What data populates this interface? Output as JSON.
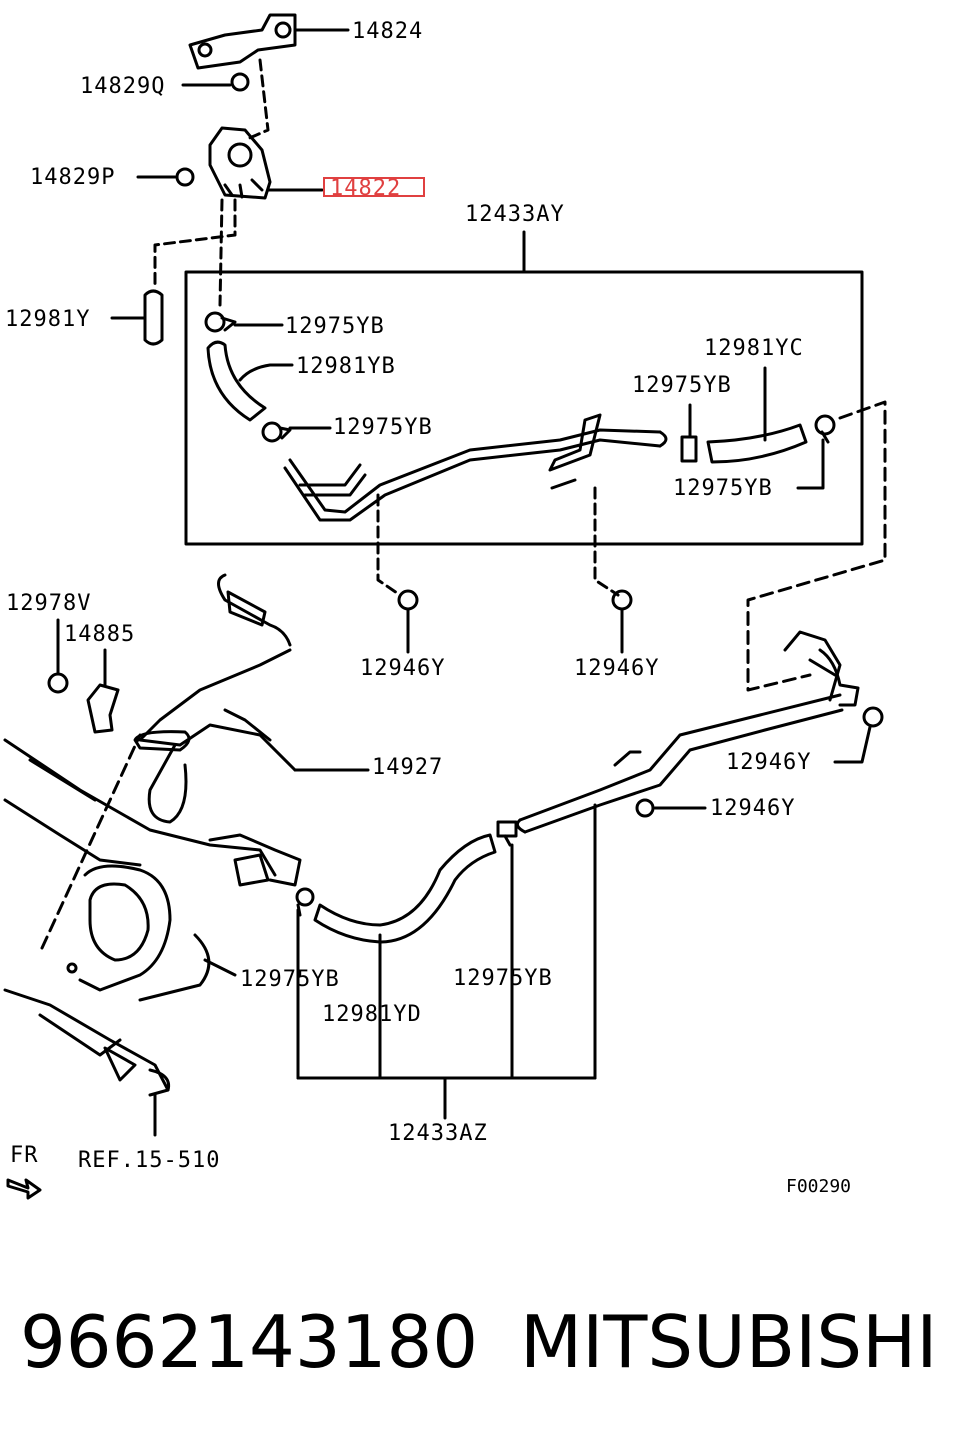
{
  "labels": {
    "l14824": "14824",
    "l14829Q": "14829Q",
    "l14829P": "14829P",
    "l14822": "14822",
    "l12433AY": "12433AY",
    "l12981Y": "12981Y",
    "l12975YB_1": "12975YB",
    "l12981YB": "12981YB",
    "l12975YB_2": "12975YB",
    "l12981YC": "12981YC",
    "l12975YB_3": "12975YB",
    "l12975YB_4": "12975YB",
    "l12946Y_1": "12946Y",
    "l12946Y_2": "12946Y",
    "l12978V": "12978V",
    "l14885": "14885",
    "l14927": "14927",
    "l12946Y_3": "12946Y",
    "l12946Y_4": "12946Y",
    "l12975YB_5": "12975YB",
    "l12975YB_6": "12975YB",
    "l12981YD": "12981YD",
    "l12433AZ": "12433AZ",
    "fr": "FR",
    "ref": "REF.15-510",
    "figure_code": "F00290"
  },
  "highlight_color": "#e04040",
  "footer": {
    "part_number": "9662143180",
    "brand": "MITSUBISHI"
  }
}
